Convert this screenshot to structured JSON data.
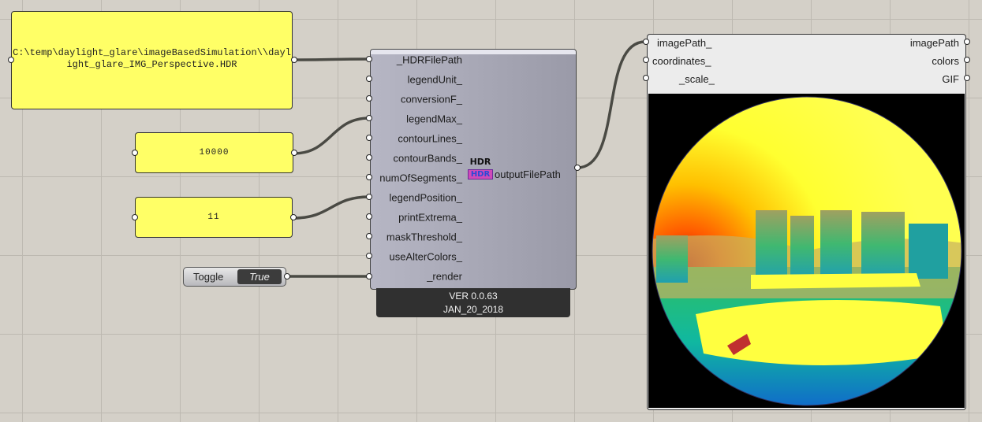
{
  "panels": {
    "hdr_path": "C:\\temp\\daylight_glare\\imageBasedSimulation\\\\daylight_glare_IMG_Perspective.HDR",
    "legend_max": "10000",
    "legend_position": "11"
  },
  "toggle": {
    "label": "Toggle",
    "value": "True"
  },
  "hdr_component": {
    "inputs": [
      "_HDRFilePath",
      "legendUnit_",
      "conversionF_",
      "legendMax_",
      "contourLines_",
      "contourBands_",
      "numOfSegments_",
      "legendPosition_",
      "printExtrema_",
      "maskThreshold_",
      "useAlterColors_",
      "_render"
    ],
    "output": "outputFilePath",
    "icon_top": "HDR",
    "icon_bottom": "HDR",
    "version": "VER 0.0.63",
    "date": "JAN_20_2018"
  },
  "viewer": {
    "inputs": [
      "imagePath_",
      "coordinates_",
      "_scale_"
    ],
    "outputs": [
      "imagePath",
      "colors",
      "GIF"
    ]
  },
  "colors": {
    "panel_yellow": "#ffff66",
    "canvas": "#d4d0c8",
    "wire": "#4a4a44"
  }
}
